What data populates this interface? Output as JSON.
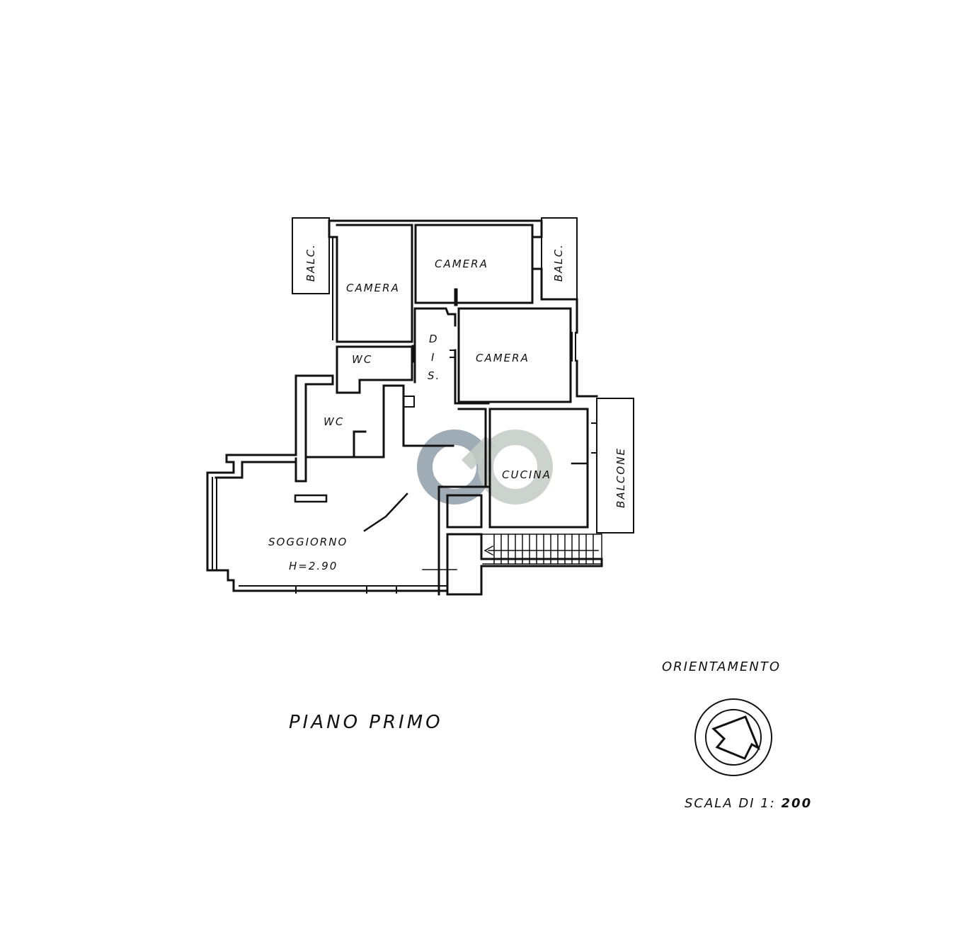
{
  "drawing": {
    "title": "PIANO PRIMO",
    "orientation_label": "ORIENTAMENTO",
    "scale_label": "SCALA DI 1:",
    "scale_value": "200",
    "ink_color": "#111111",
    "watermark_colors": [
      "#8e9ea8",
      "#c3cbc6"
    ]
  },
  "rooms": {
    "balc_left": "BALC.",
    "camera_1": "CAMERA",
    "camera_2": "CAMERA",
    "balc_right": "BALC.",
    "dis_1": "D",
    "dis_2": "I",
    "dis_3": "S.",
    "camera_3": "CAMERA",
    "wc_1": "WC",
    "wc_2": "WC",
    "cucina": "CUCINA",
    "balcone": "BALCONE",
    "soggiorno": "SOGGIORNO",
    "height_note": "H=2.90"
  }
}
